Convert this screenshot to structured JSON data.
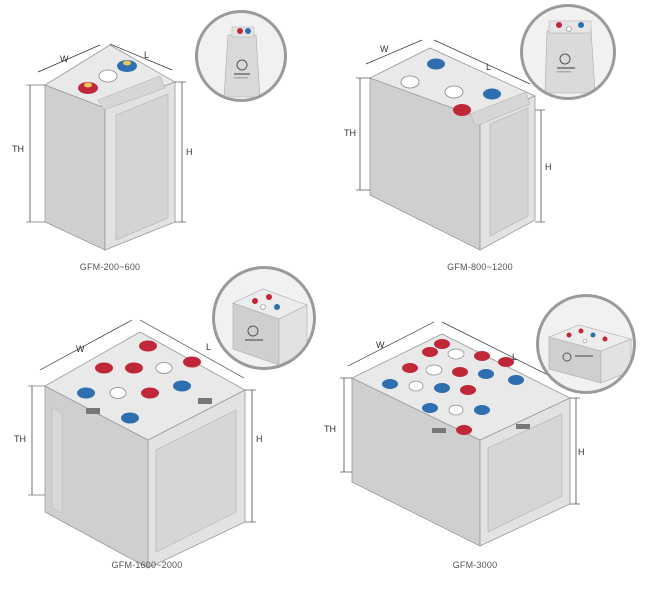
{
  "models": [
    {
      "caption": "GFM-200~600",
      "labels": {
        "w": "W",
        "l": "L",
        "th": "TH",
        "h": "H"
      }
    },
    {
      "caption": "GFM-800~1200",
      "labels": {
        "w": "W",
        "l": "L",
        "th": "TH",
        "h": "H"
      }
    },
    {
      "caption": "GFM-1600~2000",
      "labels": {
        "w": "W",
        "l": "L",
        "th": "TH",
        "h": "H"
      }
    },
    {
      "caption": "GFM-3000",
      "labels": {
        "w": "W",
        "l": "L",
        "th": "TH",
        "h": "H"
      }
    }
  ],
  "colors": {
    "positive_terminal": "#c0283a",
    "negative_terminal": "#2e6fb0",
    "vent_cap": "#ffffff",
    "case": "#dcdcdc",
    "case_shadow": "#c8c8c8",
    "inset_ring": "#9a9a9a"
  }
}
